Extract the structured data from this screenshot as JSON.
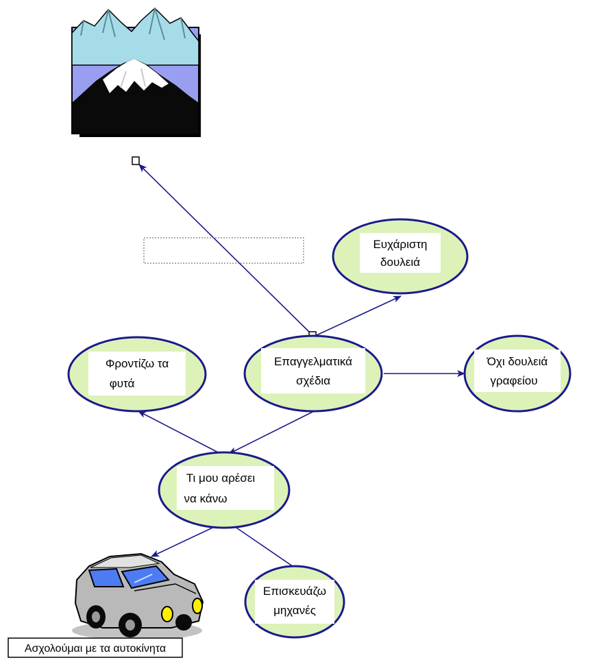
{
  "nodes": {
    "career_plans": {
      "line1": "Επαγγελματικά",
      "line2": "σχέδια"
    },
    "pleasant_job": {
      "line1": "Ευχάριστη",
      "line2": "δουλειά"
    },
    "no_office_job": {
      "line1": "Όχι δουλειά",
      "line2": "γραφείου"
    },
    "plants": {
      "line1": "Φροντίζω τα",
      "line2": "φυτά"
    },
    "what_i_like": {
      "line1": "Τι μου αρέσει",
      "line2": "να κάνω"
    },
    "repair_machines": {
      "line1": "Επισκευάζω",
      "line2": "μηχανές"
    }
  },
  "car_caption": "Ασχολούμαι με τα αυτοκίνητα",
  "link_label": "",
  "colors": {
    "arrow": "#1a1a8c",
    "node_fill": "#ddf2b8",
    "node_border": "#1a1a8c",
    "label_bg": "#ffffff",
    "sky": "#9a9ef0",
    "mountain_ice": "#a6dce8",
    "mountain_dark": "#0a0a0a",
    "car_body": "#b9b9b9",
    "car_window": "#4d7cf2",
    "car_light": "#ffee00"
  },
  "icons": {
    "top_image": "mountain-icon",
    "bottom_image": "car-icon"
  }
}
